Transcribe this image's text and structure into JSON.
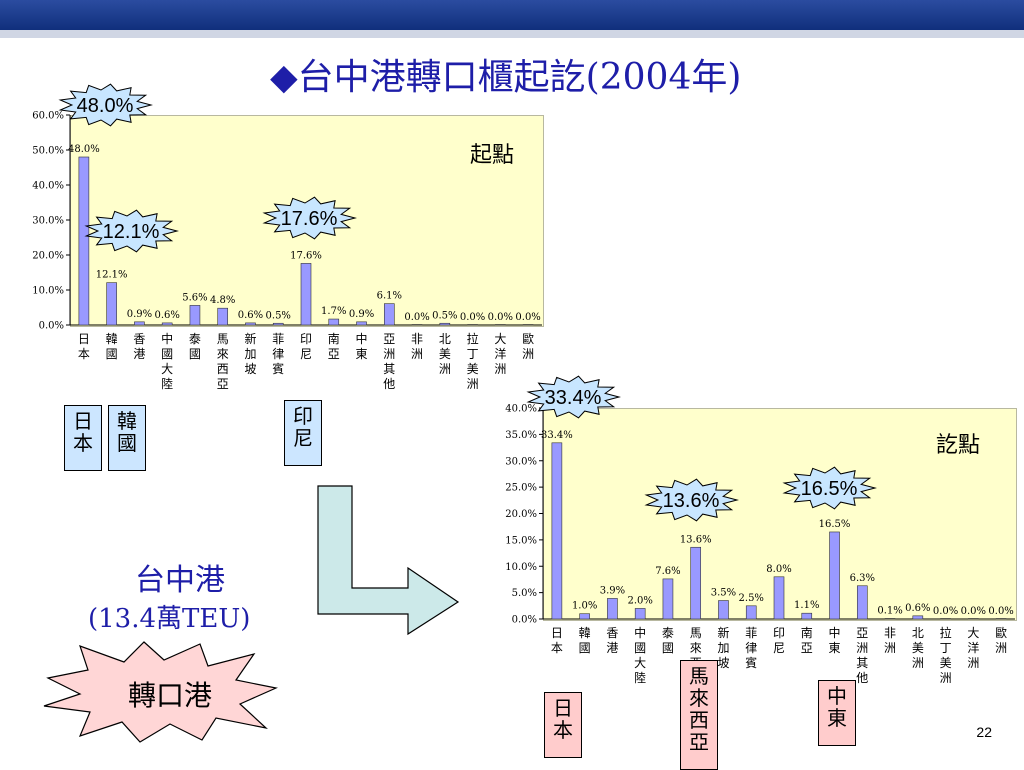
{
  "title": "◆台中港轉口櫃起訖(2004年)",
  "port_name": "台中港",
  "port_volume": "(13.4萬TEU)",
  "transit_label": "轉口港",
  "page_number": "22",
  "colors": {
    "bar": "#9999ff",
    "plot_bg": "#ffffcc",
    "callout_bg": "#c8e6ff",
    "title": "#1e1ea8"
  },
  "chart_data": [
    {
      "type": "bar",
      "title": "起點",
      "categories": [
        "日本",
        "韓國",
        "香港",
        "中國大陸",
        "泰國",
        "馬來西亞",
        "新加坡",
        "菲律賓",
        "印尼",
        "南亞",
        "中東",
        "亞洲其他",
        "非洲",
        "北美洲",
        "拉丁美洲",
        "大洋洲",
        "歐洲"
      ],
      "values": [
        48.0,
        12.1,
        0.9,
        0.6,
        5.6,
        4.8,
        0.6,
        0.5,
        17.6,
        1.7,
        0.9,
        6.1,
        0.0,
        0.5,
        0.0,
        0.0,
        0.0
      ],
      "data_labels": [
        "48.0%",
        "12.1%",
        "0.9%",
        "0.6%",
        "5.6%",
        "4.8%",
        "0.6%",
        "0.5%",
        "17.6%",
        "1.7%",
        "0.9%",
        "6.1%",
        "0.0%",
        "0.5%",
        "0.0%",
        "0.0%",
        "0.0%"
      ],
      "yticks": [
        "0.0%",
        "10.0%",
        "20.0%",
        "30.0%",
        "40.0%",
        "50.0%",
        "60.0%"
      ],
      "ylim": [
        0,
        60
      ],
      "callouts": [
        {
          "text": "48.0%",
          "category_index": 0
        },
        {
          "text": "12.1%",
          "category_index": 1
        },
        {
          "text": "17.6%",
          "category_index": 8
        }
      ],
      "highlights": [
        {
          "text": "日本",
          "color": "blue"
        },
        {
          "text": "韓國",
          "color": "blue"
        },
        {
          "text": "印尼",
          "color": "blue"
        }
      ]
    },
    {
      "type": "bar",
      "title": "訖點",
      "categories": [
        "日本",
        "韓國",
        "香港",
        "中國大陸",
        "泰國",
        "馬來西亞",
        "新加坡",
        "菲律賓",
        "印尼",
        "南亞",
        "中東",
        "亞洲其他",
        "非洲",
        "北美洲",
        "拉丁美洲",
        "大洋洲",
        "歐洲"
      ],
      "values": [
        33.4,
        1.0,
        3.9,
        2.0,
        7.6,
        13.6,
        3.5,
        2.5,
        8.0,
        1.1,
        16.5,
        6.3,
        0.1,
        0.6,
        0.0,
        0.0,
        0.0
      ],
      "data_labels": [
        "33.4%",
        "1.0%",
        "3.9%",
        "2.0%",
        "7.6%",
        "13.6%",
        "3.5%",
        "2.5%",
        "8.0%",
        "1.1%",
        "16.5%",
        "6.3%",
        "0.1%",
        "0.6%",
        "0.0%",
        "0.0%",
        "0.0%"
      ],
      "yticks": [
        "0.0%",
        "5.0%",
        "10.0%",
        "15.0%",
        "20.0%",
        "25.0%",
        "30.0%",
        "35.0%",
        "40.0%"
      ],
      "ylim": [
        0,
        40
      ],
      "callouts": [
        {
          "text": "33.4%",
          "category_index": 0
        },
        {
          "text": "13.6%",
          "category_index": 5
        },
        {
          "text": "16.5%",
          "category_index": 10
        }
      ],
      "highlights": [
        {
          "text": "日本",
          "color": "pink"
        },
        {
          "text": "馬來西亞",
          "color": "pink"
        },
        {
          "text": "中東",
          "color": "pink"
        }
      ]
    }
  ]
}
